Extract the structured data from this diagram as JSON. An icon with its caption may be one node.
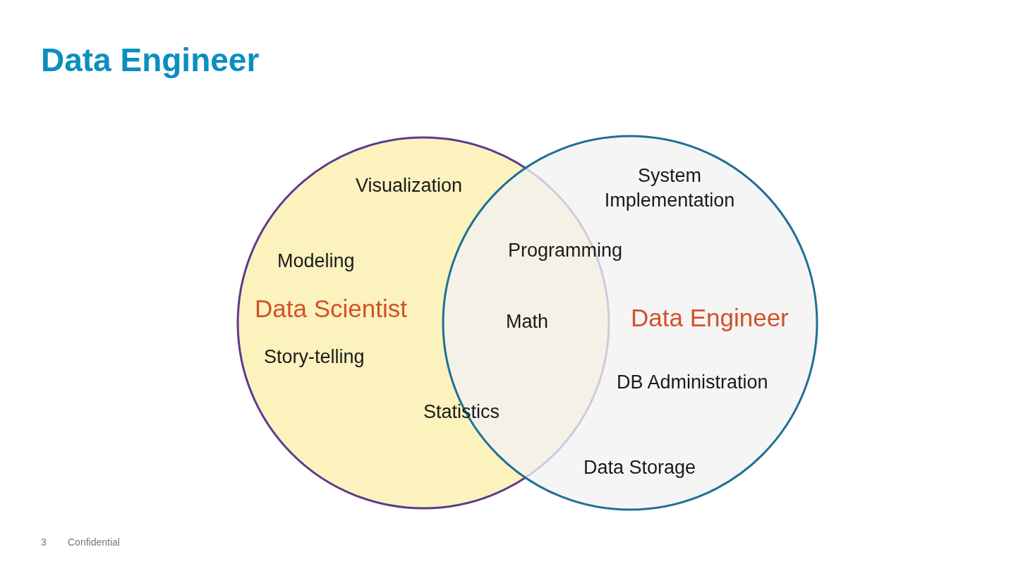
{
  "diagram": {
    "title": "Data Engineer",
    "nodes": [
      {
        "text": [
          "Data Scientist"
        ]
      },
      {
        "text": [
          "Data Engineer"
        ]
      }
    ],
    "edges": [],
    "labels": [
      "Visualization",
      "System Implementation",
      "Programming",
      "Modeling",
      "Math",
      "Story-telling",
      "DB Administration",
      "Statistics",
      "Data Storage",
      "3",
      "Confidential"
    ]
  }
}
